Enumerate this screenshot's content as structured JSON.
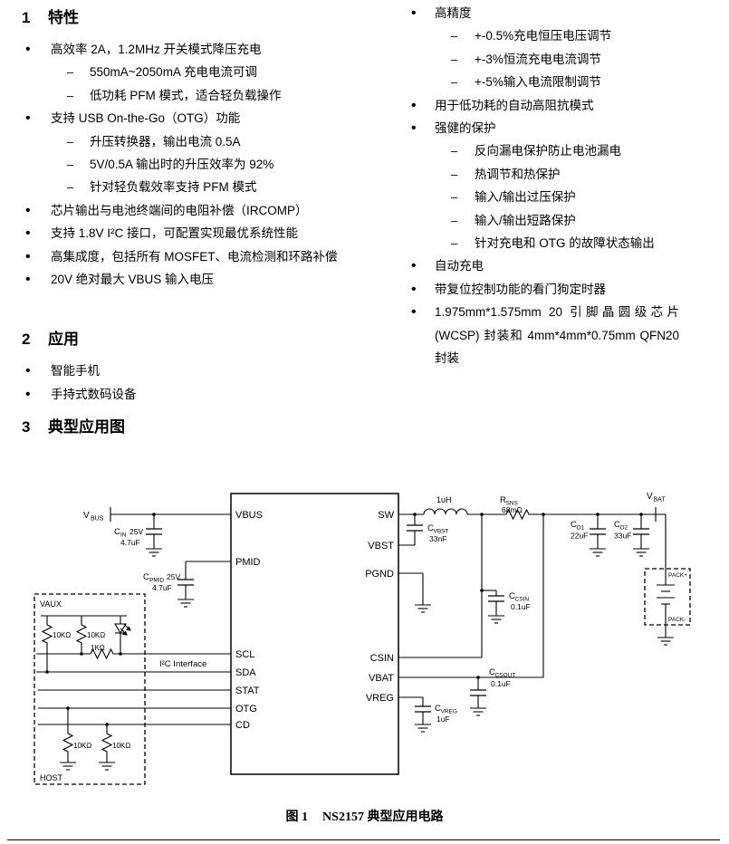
{
  "sections": {
    "s1": {
      "number": "1",
      "title": "特性"
    },
    "s2": {
      "number": "2",
      "title": "应用"
    },
    "s3": {
      "number": "3",
      "title": "典型应用图"
    }
  },
  "features_left": [
    {
      "text": "高效率 2A，1.2MHz 开关模式降压充电",
      "subs": [
        "550mA~2050mA 充电电流可调",
        "低功耗 PFM 模式，适合轻负载操作"
      ]
    },
    {
      "text": "支持 USB On-the-Go（OTG）功能",
      "subs": [
        "升压转换器，输出电流 0.5A",
        "5V/0.5A 输出时的升压效率为 92%",
        "针对轻负载效率支持 PFM 模式"
      ]
    },
    {
      "text": "芯片输出与电池终端间的电阻补偿（IRCOMP）",
      "subs": []
    },
    {
      "text": "支持 1.8V I²C 接口，可配置实现最优系统性能",
      "subs": []
    },
    {
      "text": "高集成度，包括所有 MOSFET、电流检测和环路补偿",
      "subs": []
    },
    {
      "text": "20V 绝对最大 VBUS 输入电压",
      "subs": []
    }
  ],
  "features_right": [
    {
      "text": "高精度",
      "subs": [
        "+-0.5%充电恒压电压调节",
        "+-3%恒流充电电流调节",
        "+-5%输入电流限制调节"
      ]
    },
    {
      "text": "用于低功耗的自动高阻抗模式",
      "subs": []
    },
    {
      "text": "强健的保护",
      "subs": [
        "反向漏电保护防止电池漏电",
        "热调节和热保护",
        "输入/输出过压保护",
        "输入/输出短路保护",
        "针对充电和 OTG 的故障状态输出"
      ]
    },
    {
      "text": "自动充电",
      "subs": []
    },
    {
      "text": "带复位控制功能的看门狗定时器",
      "subs": []
    },
    {
      "text": "1.975mm*1.575mm 20 引脚晶圆级芯片 (WCSP) 封装和 4mm*4mm*0.75mm QFN20 封装",
      "subs": []
    }
  ],
  "applications": [
    "智能手机",
    "手持式数码设备"
  ],
  "figure": {
    "label": "图 1",
    "caption": "NS2157 典型应用电路"
  },
  "circuit": {
    "pins_left": [
      "VBUS",
      "PMID",
      "SCL",
      "SDA",
      "STAT",
      "OTG",
      "CD"
    ],
    "pins_right": [
      "SW",
      "VBST",
      "PGND",
      "CSIN",
      "VBAT",
      "VREG"
    ],
    "labels": {
      "vbus": {
        "main": "V",
        "sub": "BUS"
      },
      "vbat": {
        "main": "V",
        "sub": "BAT"
      },
      "cin": {
        "main": "C",
        "sub": "IN",
        "rating": "25V",
        "value": "4.7uF"
      },
      "cpmid": {
        "main": "C",
        "sub": "PMID",
        "rating": "25V",
        "value": "4.7uF"
      },
      "cvbst": {
        "main": "C",
        "sub": "VBST",
        "value": "33nF"
      },
      "ind": "1uH",
      "rsns": {
        "main": "R",
        "sub": "SNS",
        "value": "68mΩ"
      },
      "co1": {
        "main": "C",
        "sub": "O1",
        "value": "22uF"
      },
      "co2": {
        "main": "C",
        "sub": "O2",
        "value": "33uF"
      },
      "ccsin": {
        "main": "C",
        "sub": "CSIN",
        "value": "0.1uF"
      },
      "ccsout": {
        "main": "C",
        "sub": "CSOUT",
        "value": "0.1uF"
      },
      "cvreg": {
        "main": "C",
        "sub": "VREG",
        "value": "1uF"
      },
      "vaux": "VAUX",
      "host": "HOST",
      "i2c": "I²C Interface",
      "rpu1": "10KΩ",
      "rpu2": "10KΩ",
      "rser": "1KΩ",
      "rpd1": "10KΩ",
      "rpd2": "10KΩ",
      "packp": "PACK+",
      "packm": "PACK-"
    }
  }
}
